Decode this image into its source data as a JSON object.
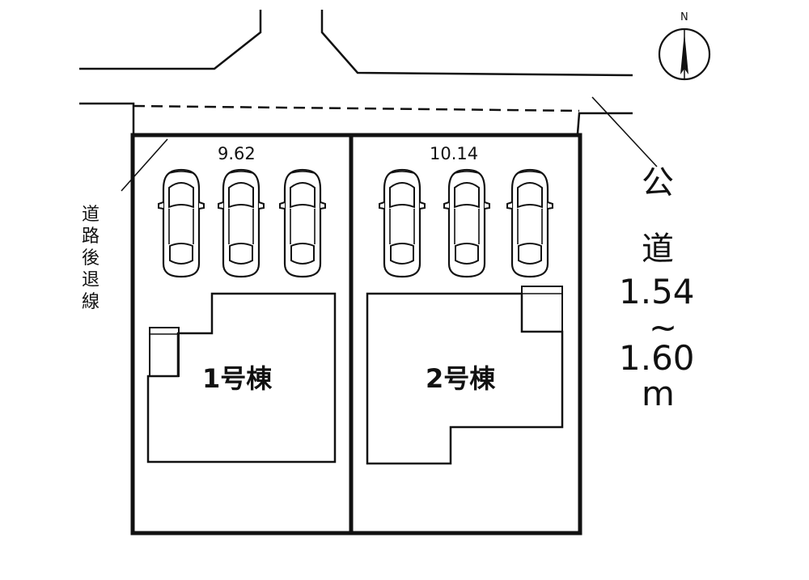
{
  "compass": {
    "label": "N",
    "icon": "north-arrow-icon"
  },
  "road": {
    "label_chars": [
      "公",
      "道"
    ],
    "width_from": "1.54",
    "range_mark": "~",
    "width_to": "1.60",
    "unit": "m"
  },
  "setback": {
    "label_chars": [
      "道",
      "路",
      "後",
      "退",
      "線"
    ]
  },
  "lots": [
    {
      "frontage": "9.62",
      "building": "1号棟",
      "parking_spaces": 3
    },
    {
      "frontage": "10.14",
      "building": "2号棟",
      "parking_spaces": 3
    }
  ],
  "colors": {
    "line": "#111111",
    "background": "#ffffff"
  }
}
